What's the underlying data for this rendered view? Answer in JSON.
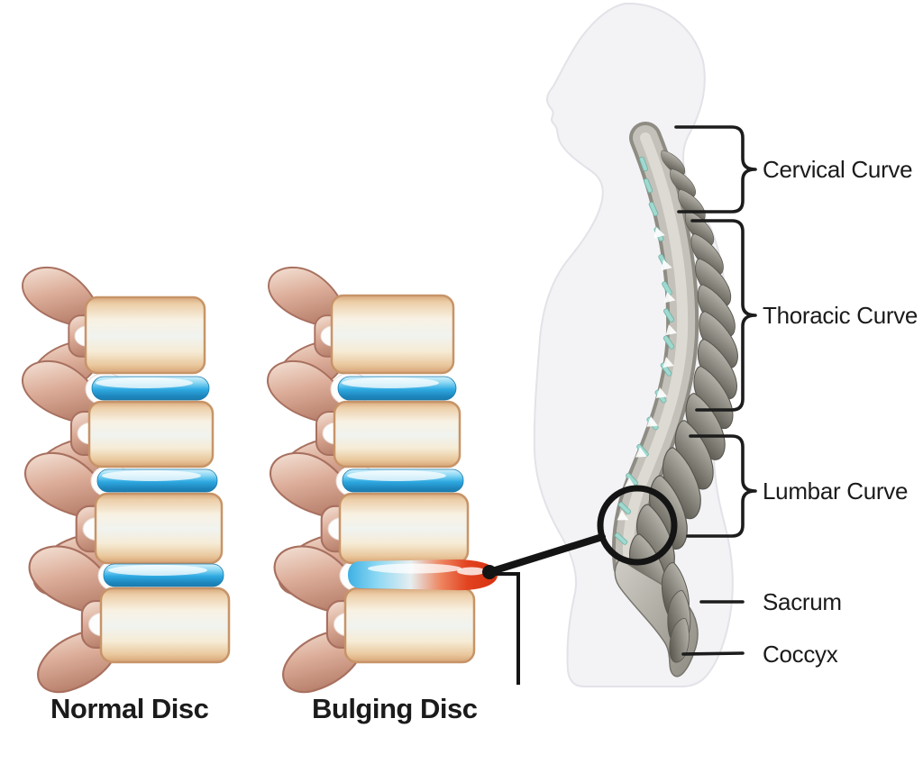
{
  "diagram": {
    "disc_comparison": {
      "normal_label": "Normal Disc",
      "bulging_label": "Bulging Disc"
    },
    "spine_labels": {
      "cervical": "Cervical Curve",
      "thoracic": "Thoracic Curve",
      "lumbar": "Lumbar Curve",
      "sacrum": "Sacrum",
      "coccyx": "Coccyx"
    },
    "colors": {
      "disc_blue": "#2ea9e1",
      "bulge_red": "#e2421f",
      "vertebra_tan": "#d9a87c",
      "bone_pink": "#dcae9a",
      "spine_gray": "#8e8c83",
      "disc_teal_accent": "#9fd9cf",
      "silhouette_gray": "#f3f3f6",
      "label_color": "#1b1b1b"
    }
  }
}
